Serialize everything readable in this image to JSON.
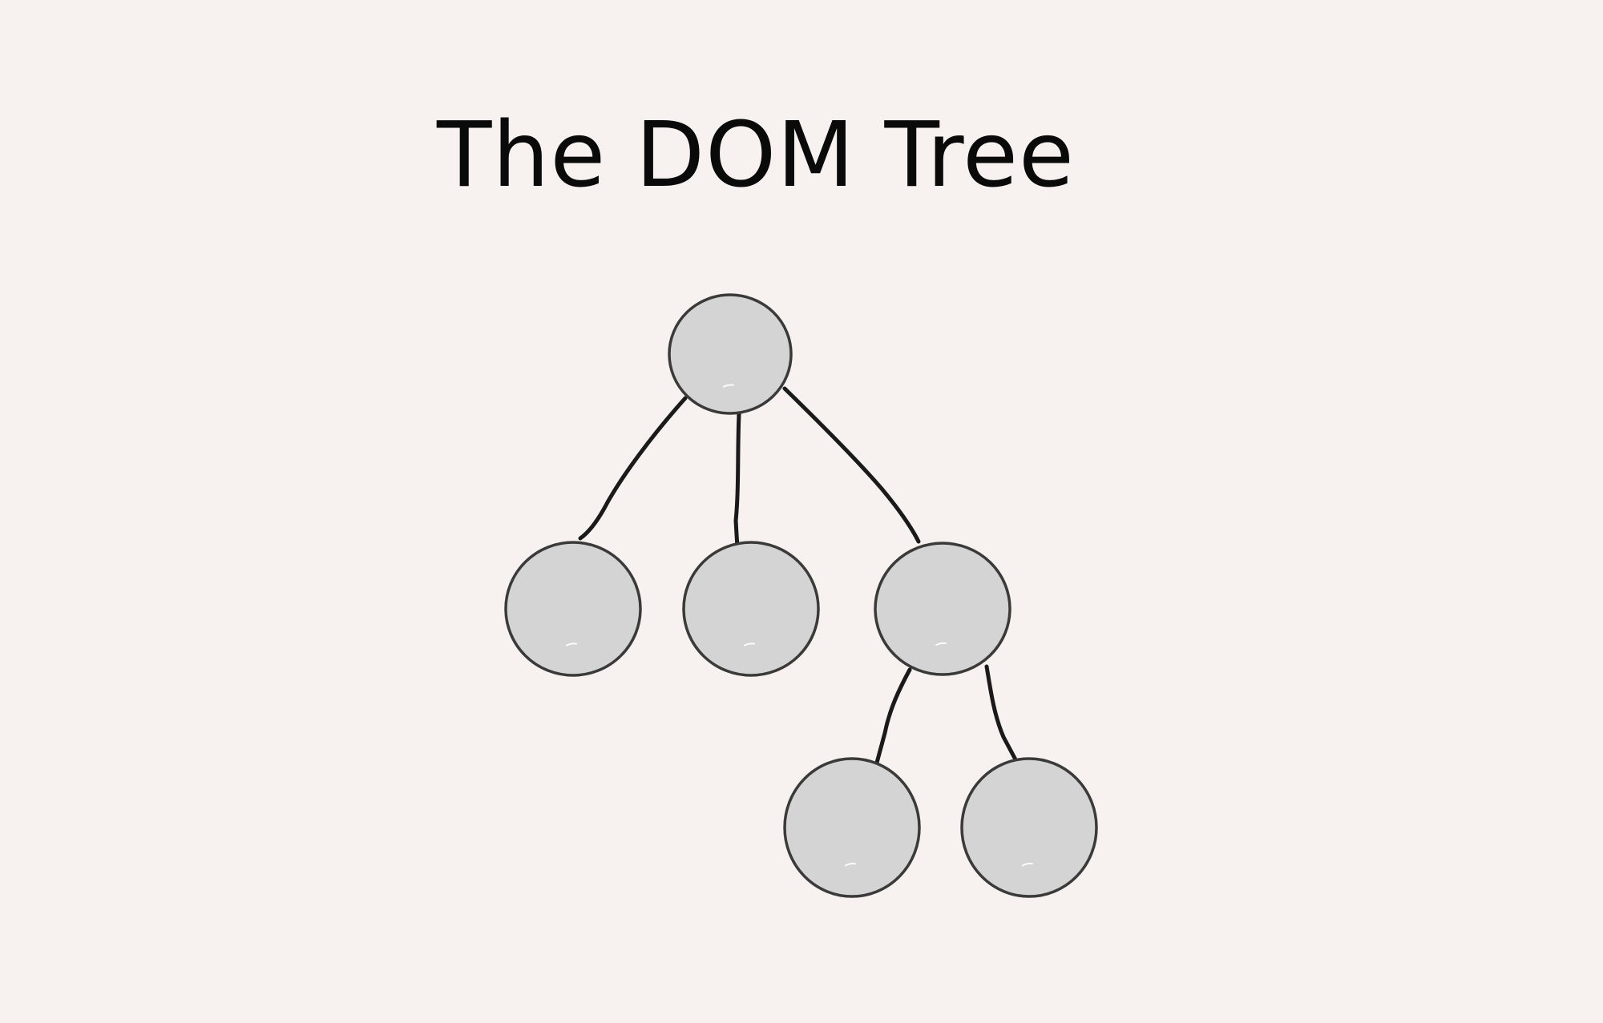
{
  "diagram": {
    "title": "The DOM Tree",
    "type": "tree",
    "nodes": [
      {
        "id": "root"
      },
      {
        "id": "child-1",
        "parent": "root"
      },
      {
        "id": "child-2",
        "parent": "root"
      },
      {
        "id": "child-3",
        "parent": "root"
      },
      {
        "id": "grandchild-1",
        "parent": "child-3"
      },
      {
        "id": "grandchild-2",
        "parent": "child-3"
      }
    ],
    "colors": {
      "background": "#f7f2ef",
      "node_fill": "#d4d4d4",
      "node_stroke": "#3a3a3a",
      "edge": "#1a1a1a",
      "title": "#0a0a0a"
    }
  }
}
